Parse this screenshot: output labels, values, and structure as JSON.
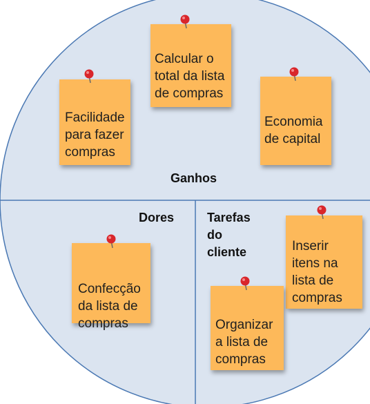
{
  "colors": {
    "circle_fill": "#dbe4f0",
    "divider": "#4a78b3",
    "sticky_note": "#fdb95a",
    "pin_head": "#d9262b"
  },
  "sections": {
    "gains": "Ganhos",
    "pains": "Dores",
    "jobs": "Tarefas\ndo\ncliente"
  },
  "notes": {
    "gains": [
      "Calcular o\ntotal da lista\nde compras",
      "Facilidade\npara fazer\ncompras",
      "Economia\nde capital"
    ],
    "pains": [
      "Confecção\nda lista de\ncompras"
    ],
    "jobs": [
      "Inserir\nitens na\nlista de\ncompras",
      "Organizar\na lista de\ncompras"
    ]
  },
  "icons": {
    "pin": "push-pin-icon"
  }
}
